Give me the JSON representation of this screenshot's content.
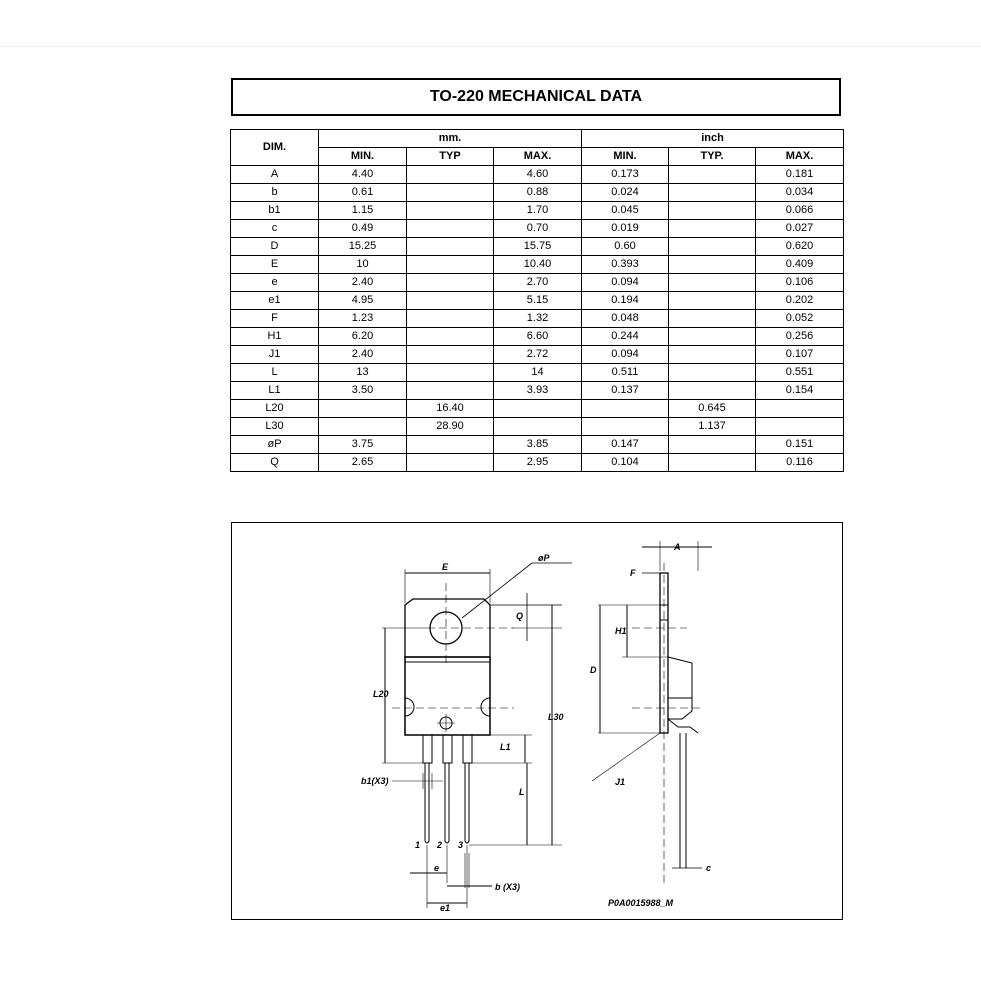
{
  "title": "TO-220 MECHANICAL DATA",
  "table": {
    "dim_header": "DIM.",
    "group_mm": "mm.",
    "group_inch": "inch",
    "sub_headers": [
      "MIN.",
      "TYP",
      "MAX.",
      "MIN.",
      "TYP.",
      "MAX."
    ],
    "rows": [
      [
        "A",
        "4.40",
        "",
        "4.60",
        "0.173",
        "",
        "0.181"
      ],
      [
        "b",
        "0.61",
        "",
        "0.88",
        "0.024",
        "",
        "0.034"
      ],
      [
        "b1",
        "1.15",
        "",
        "1.70",
        "0.045",
        "",
        "0.066"
      ],
      [
        "c",
        "0.49",
        "",
        "0.70",
        "0.019",
        "",
        "0.027"
      ],
      [
        "D",
        "15.25",
        "",
        "15.75",
        "0.60",
        "",
        "0.620"
      ],
      [
        "E",
        "10",
        "",
        "10.40",
        "0.393",
        "",
        "0.409"
      ],
      [
        "e",
        "2.40",
        "",
        "2.70",
        "0.094",
        "",
        "0.106"
      ],
      [
        "e1",
        "4.95",
        "",
        "5.15",
        "0.194",
        "",
        "0.202"
      ],
      [
        "F",
        "1.23",
        "",
        "1.32",
        "0.048",
        "",
        "0.052"
      ],
      [
        "H1",
        "6.20",
        "",
        "6.60",
        "0.244",
        "",
        "0.256"
      ],
      [
        "J1",
        "2.40",
        "",
        "2.72",
        "0.094",
        "",
        "0.107"
      ],
      [
        "L",
        "13",
        "",
        "14",
        "0.511",
        "",
        "0.551"
      ],
      [
        "L1",
        "3.50",
        "",
        "3.93",
        "0.137",
        "",
        "0.154"
      ],
      [
        "L20",
        "",
        "16.40",
        "",
        "",
        "0.645",
        ""
      ],
      [
        "L30",
        "",
        "28.90",
        "",
        "",
        "1.137",
        ""
      ],
      [
        "øP",
        "3.75",
        "",
        "3.85",
        "0.147",
        "",
        "0.151"
      ],
      [
        "Q",
        "2.65",
        "",
        "2.95",
        "0.104",
        "",
        "0.116"
      ]
    ]
  },
  "drawing": {
    "labels": {
      "E": "E",
      "oP": "øP",
      "Q": "Q",
      "L20": "L20",
      "L30": "L30",
      "L1": "L1",
      "b1": "b1(X3)",
      "L": "L",
      "pin1": "1",
      "pin2": "2",
      "pin3": "3",
      "e": "e",
      "b": "b (X3)",
      "e1": "e1",
      "A": "A",
      "F": "F",
      "H1": "H1",
      "D": "D",
      "J1": "J1",
      "c": "c",
      "code": "P0A0015988_M"
    }
  }
}
